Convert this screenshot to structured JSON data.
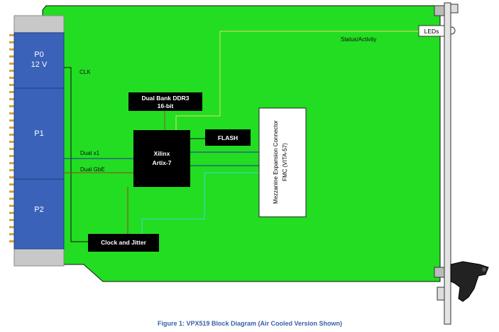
{
  "connectors": {
    "p0_line1": "P0",
    "p0_line2": "12 V",
    "p1": "P1",
    "p2": "P2"
  },
  "blocks": {
    "ddr_line1": "Dual Bank DDR3",
    "ddr_line2": "16-bit",
    "flash": "FLASH",
    "fpga_line1": "Xilinx",
    "fpga_line2": "Artix-7",
    "clock": "Clock and Jitter",
    "mezz_line1": "Mezzanine Expansion Connector",
    "mezz_line2": "FMC (VITA-57)",
    "leds": "LEDs"
  },
  "signals": {
    "clk": "CLK",
    "dual_x1": "Dual x1",
    "dual_gbe": "Dual GbE",
    "status": "Status/Activity"
  },
  "caption": "Figure 1: VPX519 Block Diagram (Air Cooled Version Shown)",
  "colors": {
    "board": "#22dd22",
    "block": "#000000",
    "connector": "#3a62b8",
    "caption": "#3a5fa8"
  }
}
